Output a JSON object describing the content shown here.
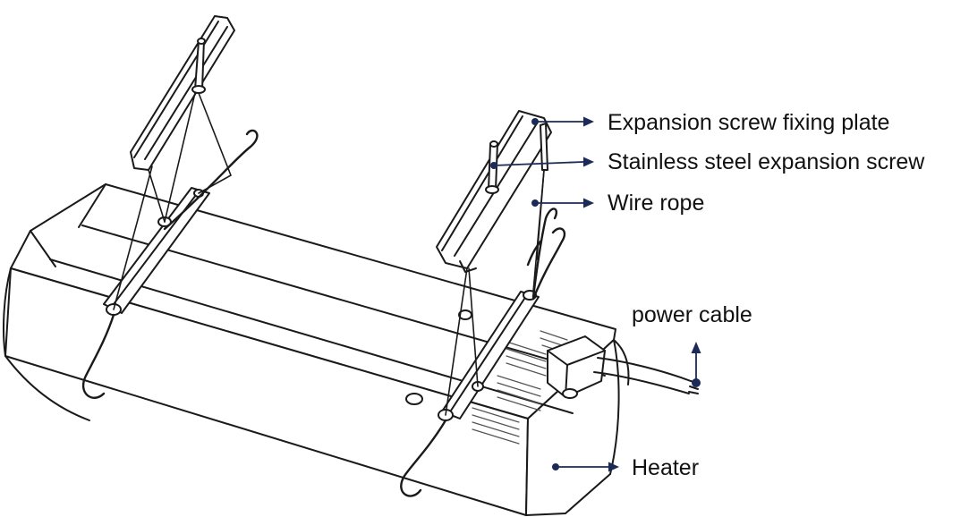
{
  "labels": {
    "plate": "Expansion screw fixing plate",
    "screw": "Stainless steel expansion screw",
    "rope": "Wire rope",
    "power": "power cable",
    "heater": "Heater"
  },
  "colors": {
    "line": "#1a1a1a",
    "callout": "#1b2a57",
    "body_fill": "#ffffff",
    "grill": "#555555"
  }
}
